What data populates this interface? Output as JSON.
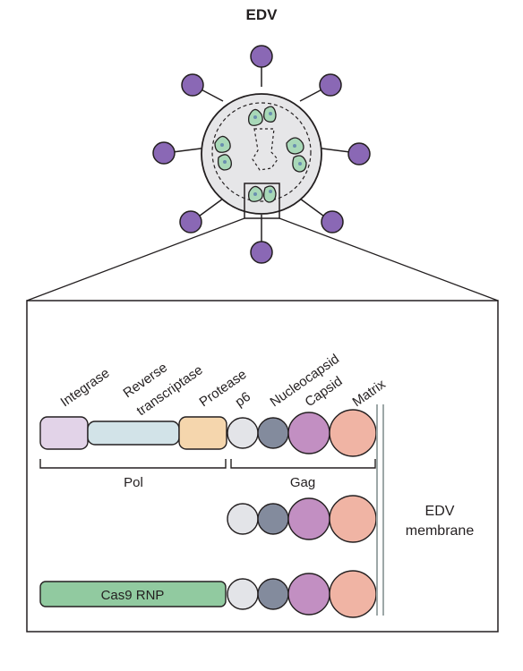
{
  "title": "EDV",
  "domain_labels": [
    "Integrase",
    "Reverse",
    "transcriptase",
    "Protease",
    "p6",
    "Nucleocapsid",
    "Capsid",
    "Matrix"
  ],
  "bracket_labels": {
    "pol": "Pol",
    "gag": "Gag"
  },
  "membrane_label": [
    "EDV",
    "membrane"
  ],
  "cargo_label": "Cas9 RNP",
  "colors": {
    "particle_fill": "#e6e6e8",
    "spike": "#8a68b5",
    "integrase": "#e2d3e8",
    "reverse_transcriptase": "#d2e3e8",
    "protease": "#f5d6ad",
    "p6": "#e3e4e8",
    "nucleocapsid": "#838b9d",
    "capsid": "#c28fc2",
    "matrix": "#f0b4a4",
    "cas9": "#91caa0",
    "membrane": "#9da7a7"
  }
}
